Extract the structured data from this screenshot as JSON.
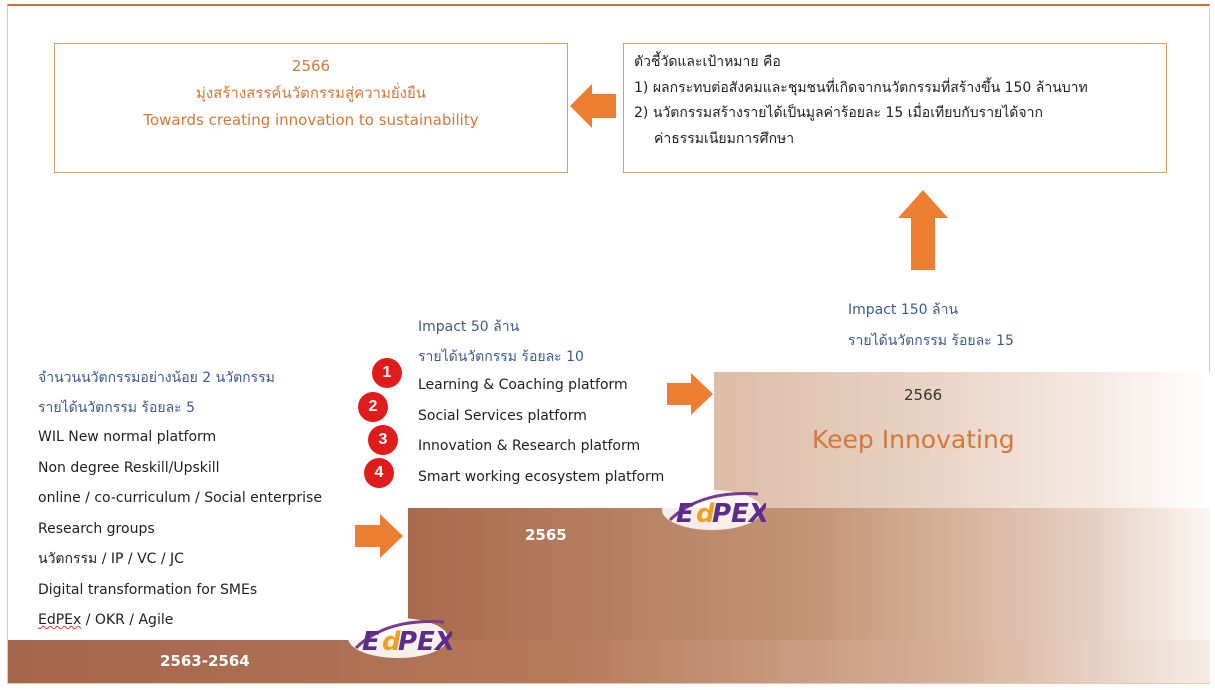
{
  "goal": {
    "year": "2566",
    "thai": "มุ่งสร้างสรรค์นวัตกรรมสู่ความยั่งยืน",
    "english": "Towards creating innovation to sustainability"
  },
  "kpi": {
    "title": "ตัวชี้วัดและเป้าหมาย คือ",
    "item1": "1) ผลกระทบต่อสังคมและชุมชนที่เกิดจากนวัตกรรมที่สร้างขึ้น 150 ล้านบาท",
    "item2_line1": "2) นวัตกรรมสร้างรายได้เป็นมูลค่าร้อยละ 15 เมื่อเทียบกับรายได้จาก",
    "item2_line2": "ค่าธรรมเนียมการศึกษา"
  },
  "stage1": {
    "year": "2563-2564",
    "target1": "จำนวนนวัตกรรมอย่างน้อย 2 นวัตกรรม",
    "target2": "รายได้นวัตกรรม ร้อยละ 5",
    "items": [
      "WIL New normal platform",
      "Non degree Reskill/Upskill",
      "online / co-curriculum / Social enterprise",
      "Research groups",
      "นวัตกรรม / IP / VC / JC",
      "Digital transformation for SMEs",
      "EdPEx / OKR / Agile"
    ]
  },
  "stage2": {
    "year": "2565",
    "impact": "Impact 50 ล้าน",
    "revenue": "รายได้นวัตกรรม ร้อยละ 10",
    "platforms": [
      {
        "num": "1",
        "label": "Learning & Coaching platform"
      },
      {
        "num": "2",
        "label": "Social Services platform"
      },
      {
        "num": "3",
        "label": "Innovation & Research platform"
      },
      {
        "num": "4",
        "label": "Smart working ecosystem platform"
      }
    ]
  },
  "stage3": {
    "year": "2566",
    "impact": "Impact 150 ล้าน",
    "revenue": "รายได้นวัตกรรม ร้อยละ 15",
    "slogan": "Keep Innovating"
  },
  "logo": {
    "text": "EdPEX"
  },
  "colors": {
    "accent": "#ed7d31",
    "stair": "#a9694c",
    "blue_text": "#3d5a8a",
    "badge": "#e01b1b"
  }
}
